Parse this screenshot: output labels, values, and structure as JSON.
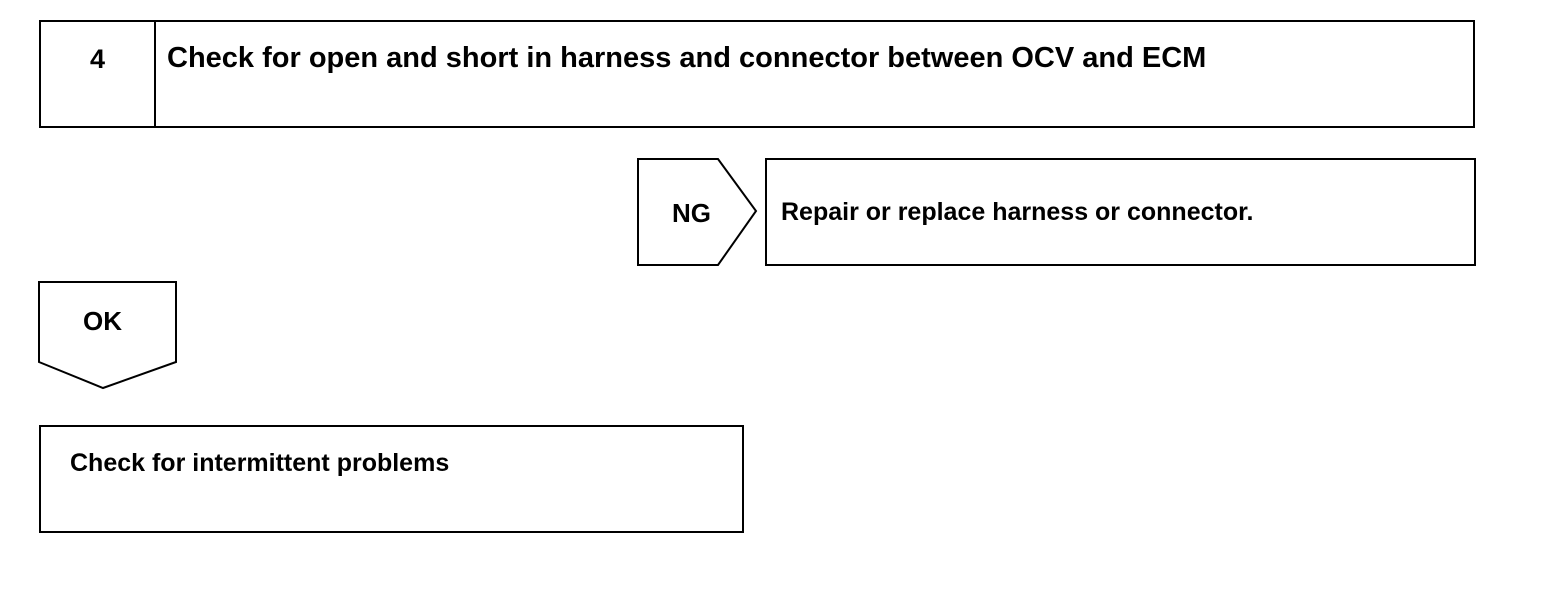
{
  "step": {
    "number": "4",
    "title": "Check for open and short in harness and connector between OCV and ECM"
  },
  "ng_branch": {
    "label": "NG",
    "action": "Repair or replace harness or connector."
  },
  "ok_branch": {
    "label": "OK",
    "action": "Check for intermittent problems"
  }
}
